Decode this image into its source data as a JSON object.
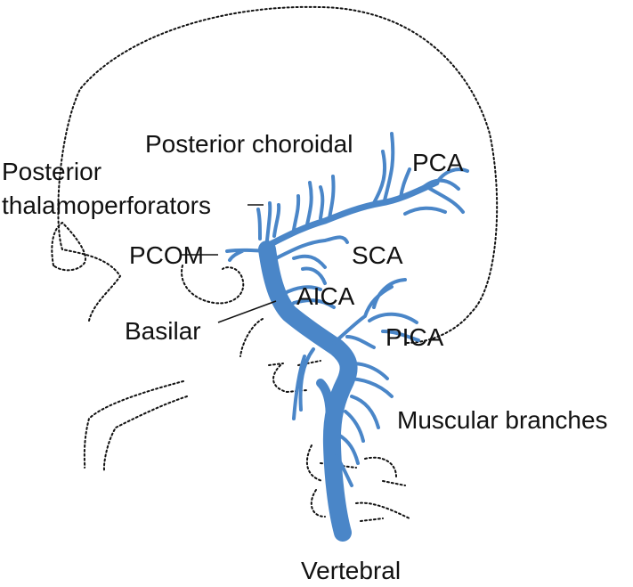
{
  "colors": {
    "vessel": "#4a86c8",
    "outline": "#111111",
    "text": "#111111",
    "background": "#ffffff"
  },
  "labels": {
    "posterior_choroidal": "Posterior choroidal",
    "pca": "PCA",
    "posterior_thalamo_line1": "Posterior",
    "posterior_thalamo_line2": "thalamoperforators",
    "pcom": "PCOM",
    "sca": "SCA",
    "aica": "AICA",
    "basilar": "Basilar",
    "pica": "PICA",
    "muscular_branches": "Muscular branches",
    "vertebral": "Vertebral"
  }
}
